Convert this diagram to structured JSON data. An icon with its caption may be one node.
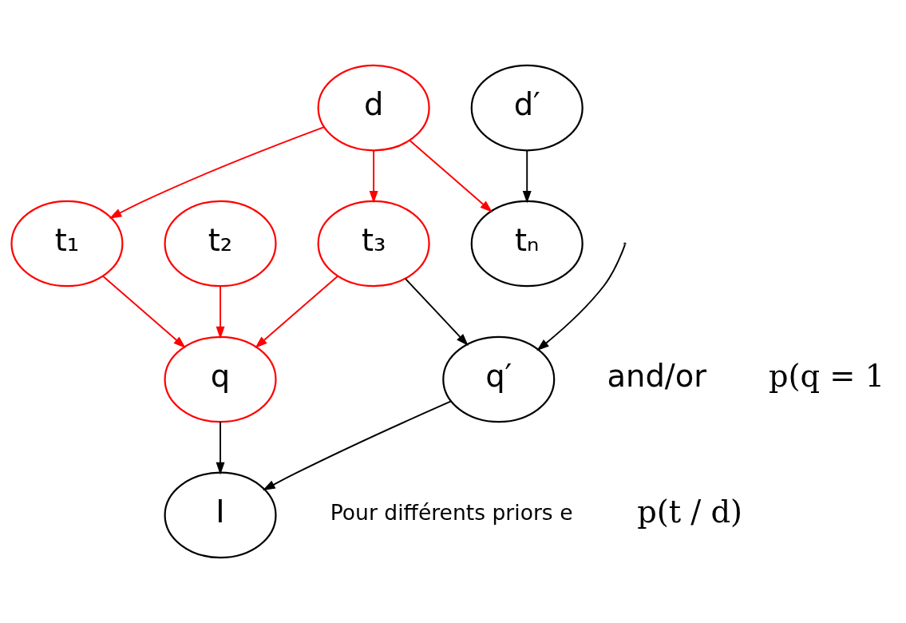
{
  "diagram": {
    "nodes": [
      {
        "text": [
          "d"
        ]
      },
      {
        "text": [
          "d′"
        ]
      },
      {
        "text": [
          "t₁"
        ]
      },
      {
        "text": [
          "t₂"
        ]
      },
      {
        "text": [
          "t₃"
        ]
      },
      {
        "text": [
          "tₙ"
        ]
      },
      {
        "text": [
          "q"
        ]
      },
      {
        "text": [
          "q′"
        ]
      },
      {
        "text": [
          "I"
        ]
      }
    ],
    "edges": [
      {
        "from": 0,
        "to": 2,
        "arrow": "to"
      },
      {
        "from": 0,
        "to": 4,
        "arrow": "to"
      },
      {
        "from": 0,
        "to": 5,
        "arrow": "to"
      },
      {
        "from": 1,
        "to": 5,
        "arrow": "to",
        "color": "#000000"
      },
      {
        "from": 2,
        "to": 6,
        "arrow": "to"
      },
      {
        "from": 3,
        "to": 6,
        "arrow": "to"
      },
      {
        "from": 4,
        "to": 6,
        "arrow": "to"
      },
      {
        "from": 4,
        "to": 7,
        "arrow": "to",
        "color": "#000000"
      },
      {
        "from": null,
        "to": 7,
        "arrow": "to",
        "color": "#000000"
      },
      {
        "from": 6,
        "to": 8,
        "arrow": "to",
        "color": "#000000"
      },
      {
        "from": 7,
        "to": 8,
        "arrow": "to",
        "color": "#000000"
      }
    ],
    "labels": [
      "and/or",
      "p(q = 1",
      "p(t / d)",
      "Pour différents priors e"
    ]
  }
}
